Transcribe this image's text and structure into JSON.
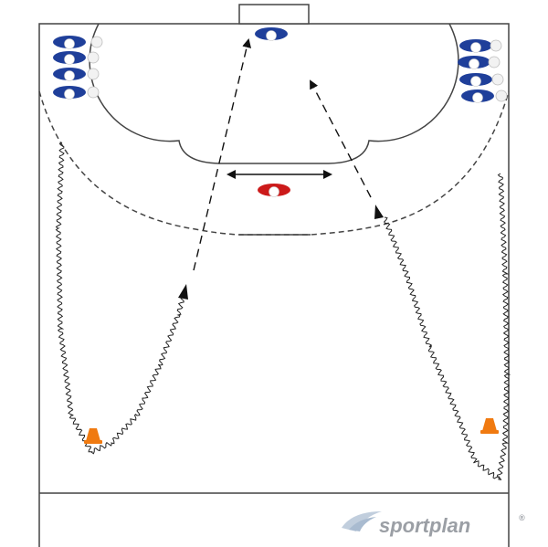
{
  "diagram": {
    "type": "handball-drill",
    "colors": {
      "court_line": "#444444",
      "arrow": "#111111",
      "player_blue": "#1f3f9a",
      "player_red": "#cc1a1a",
      "player_head": "#ffffff",
      "cone": "#f07a10",
      "ball": "#f2f2f2",
      "watermark": "#8a8f96"
    },
    "players": [
      {
        "id": "blue-left-1",
        "team": "blue"
      },
      {
        "id": "blue-left-2",
        "team": "blue"
      },
      {
        "id": "blue-left-3",
        "team": "blue"
      },
      {
        "id": "blue-left-4",
        "team": "blue"
      },
      {
        "id": "blue-right-1",
        "team": "blue"
      },
      {
        "id": "blue-right-2",
        "team": "blue"
      },
      {
        "id": "blue-right-3",
        "team": "blue"
      },
      {
        "id": "blue-right-4",
        "team": "blue"
      },
      {
        "id": "goalkeeper",
        "team": "blue"
      },
      {
        "id": "defender",
        "team": "red"
      }
    ],
    "cones": 2,
    "balls": 8,
    "icons": [
      "player-icon",
      "ball-icon",
      "cone-icon",
      "dribble-path",
      "pass-arrow",
      "run-arrow",
      "shuttle-arrow"
    ]
  },
  "watermark": {
    "brand": "sportplan",
    "registered_mark": "®"
  }
}
